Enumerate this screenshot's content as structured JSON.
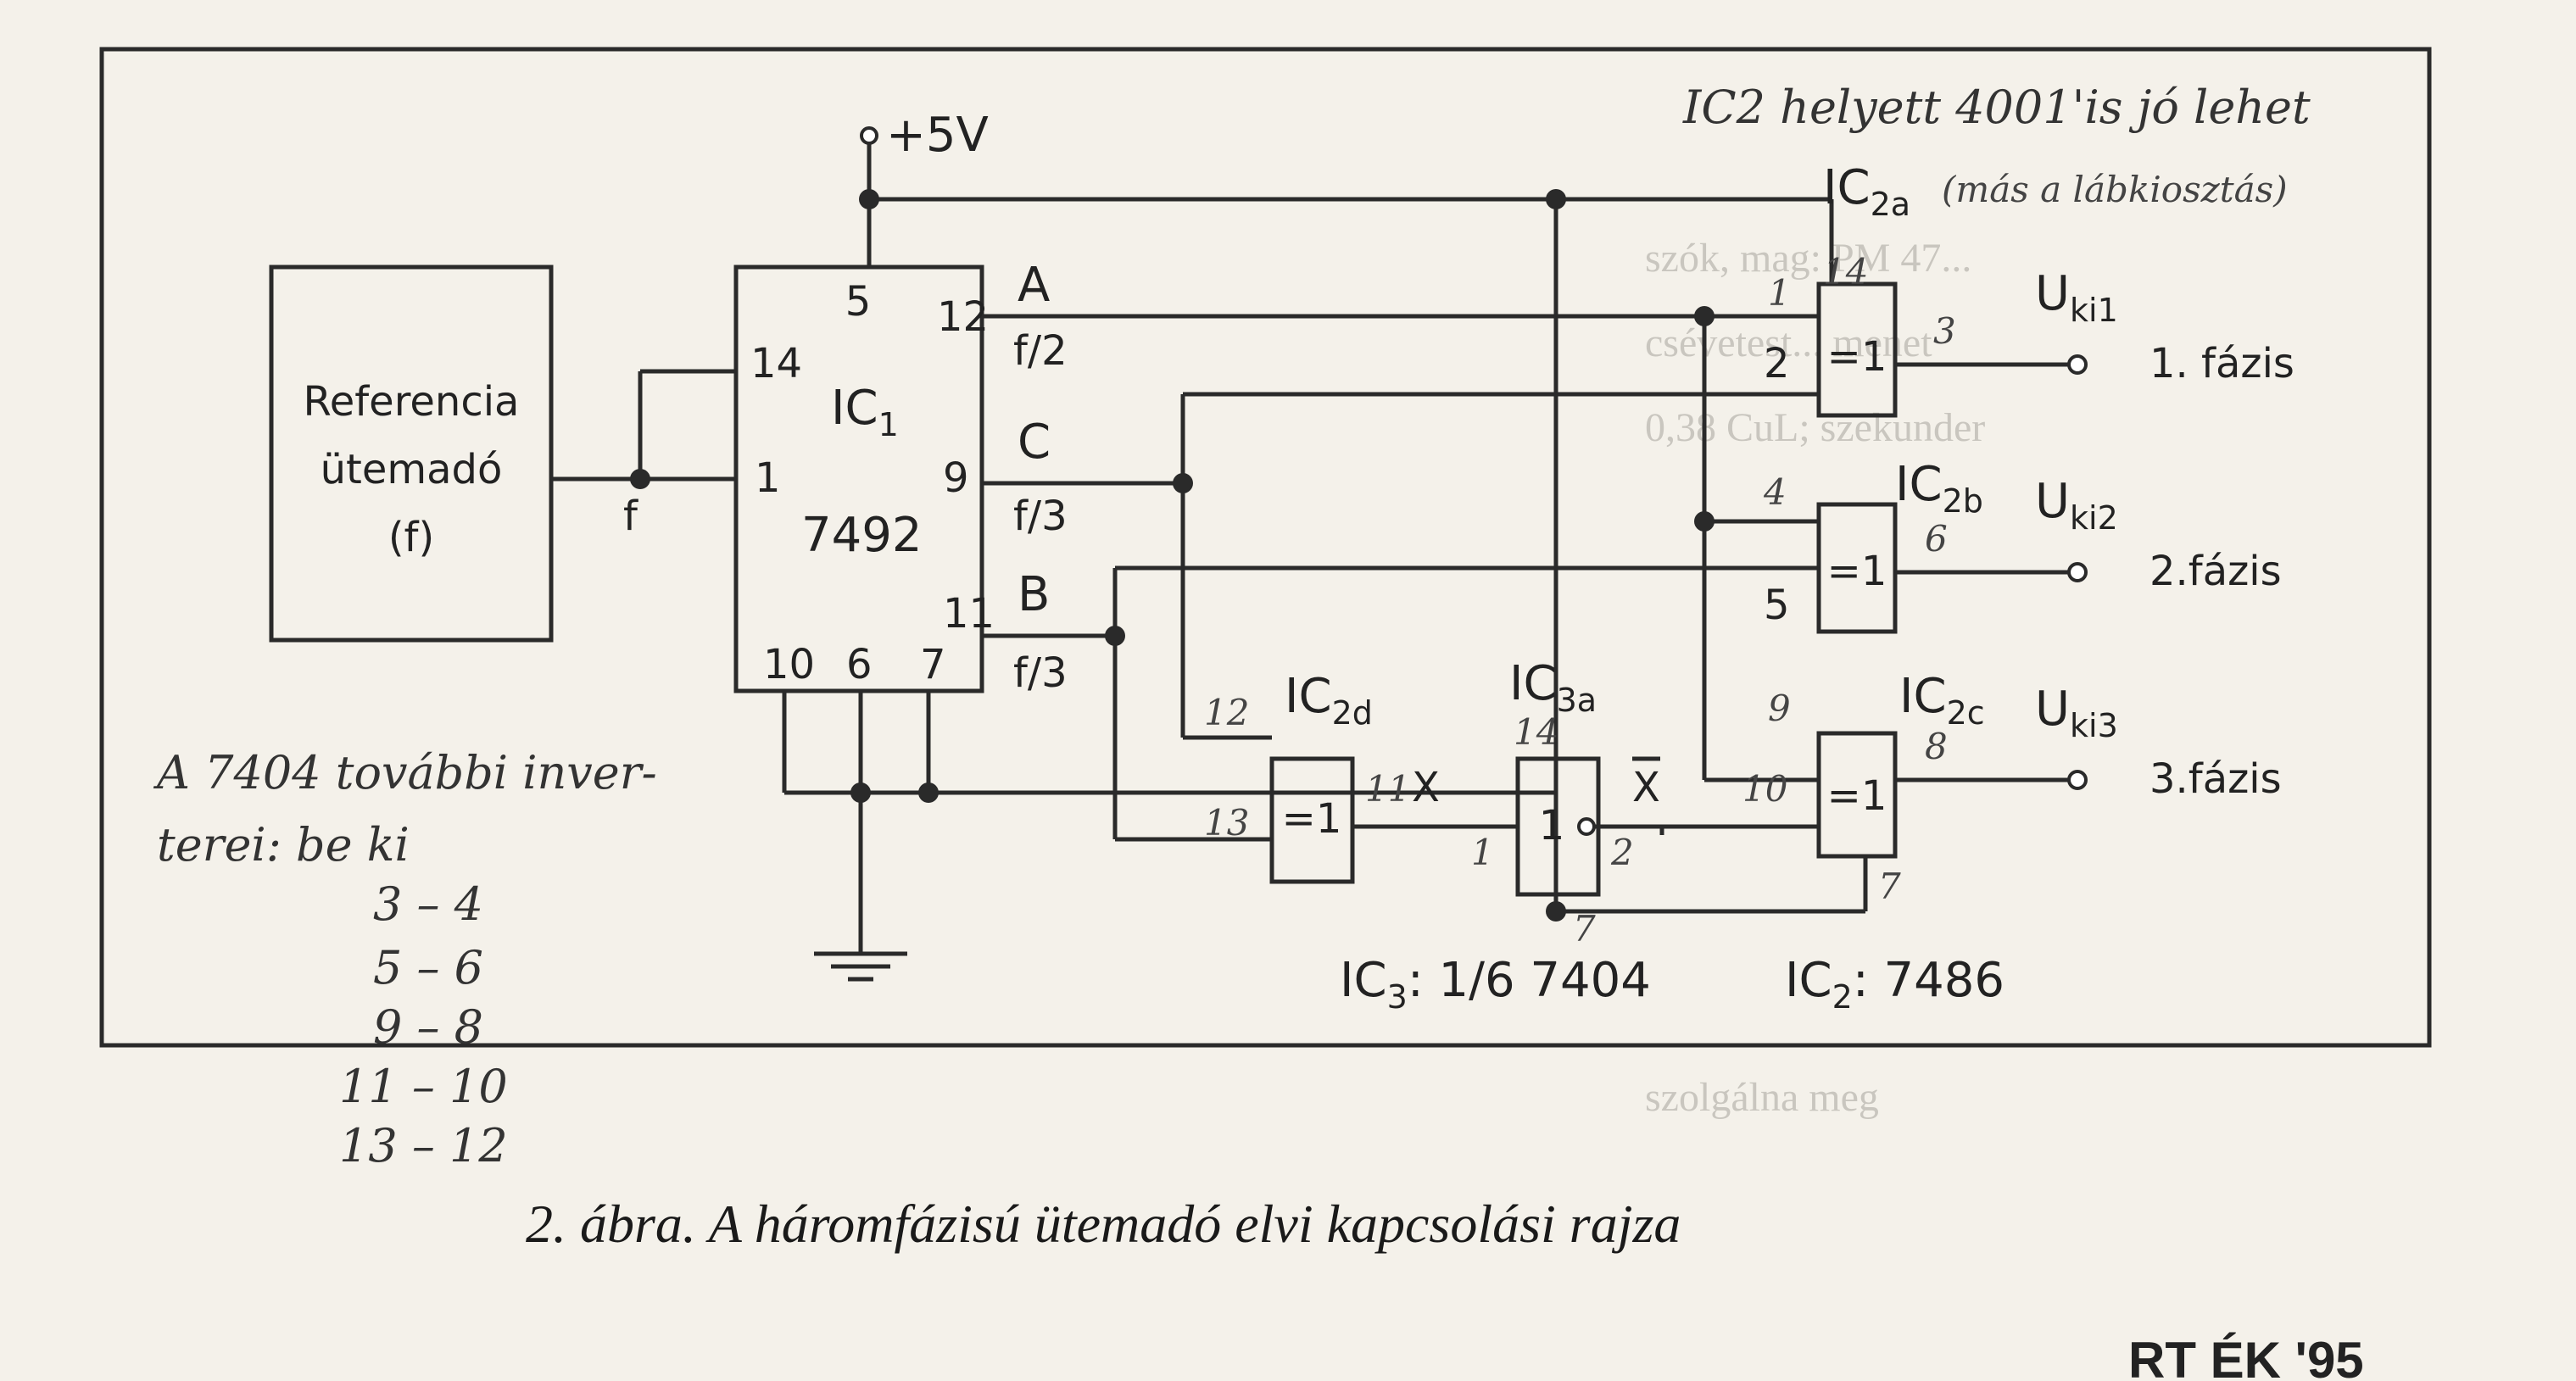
{
  "supply_label": "+5V",
  "note_top": {
    "line1": "IC2 helyett 4001'is jó lehet",
    "line2": "(más a lábkiosztás)"
  },
  "ref_block": {
    "line1": "Referencia",
    "line2": "ütemadó",
    "line3": "(f)"
  },
  "net_f": "f",
  "ic1": {
    "name": "IC",
    "sub": "1",
    "type": "7492",
    "pin_5": "5",
    "pin_14": "14",
    "pin_1": "1",
    "pin_12": "12",
    "pin_9": "9",
    "pin_11": "11",
    "pin_10": "10",
    "pin_6": "6",
    "pin_7": "7",
    "out_a": "A",
    "out_a_freq": "f/2",
    "out_c": "C",
    "out_c_freq": "f/3",
    "out_b": "B",
    "out_b_freq": "f/3"
  },
  "ic2a": {
    "name": "IC",
    "sub": "2a",
    "pin_14": "14",
    "in1": "1",
    "in2": "2",
    "out": "3",
    "symbol": "=1"
  },
  "ic2b": {
    "name": "IC",
    "sub": "2b",
    "in1": "4",
    "in2": "5",
    "out": "6",
    "symbol": "=1"
  },
  "ic2c": {
    "name": "IC",
    "sub": "2c",
    "in1": "9",
    "in2": "10",
    "out": "8",
    "pin_7": "7",
    "symbol": "=1"
  },
  "ic2d": {
    "name": "IC",
    "sub": "2d",
    "in1": "12",
    "in2": "13",
    "out": "11",
    "symbol": "=1"
  },
  "ic3a": {
    "name": "IC",
    "sub": "3a",
    "pin_14": "14",
    "in": "1",
    "out": "2",
    "pin_7": "7",
    "symbol": "1"
  },
  "net_x": "X",
  "net_xbar": "X",
  "outputs": [
    {
      "name": "U",
      "sub": "ki1",
      "phase": "1. fázis"
    },
    {
      "name": "U",
      "sub": "ki2",
      "phase": "2.fázis"
    },
    {
      "name": "U",
      "sub": "ki3",
      "phase": "3.fázis"
    }
  ],
  "ic3_part": {
    "name": "IC",
    "sub": "3",
    "text": ": 1/6 7404"
  },
  "ic2_part": {
    "name": "IC",
    "sub": "2",
    "text": ": 7486"
  },
  "note_bottom": {
    "line1": "A 7404 további inver-",
    "line2": "terei:  be    ki",
    "pairs": [
      "3 – 4",
      "5 – 6",
      "9 – 8",
      "11 – 10",
      "13 – 12"
    ]
  },
  "caption": "2. ábra. A háromfázisú ütemadó elvi kapcsolási rajza",
  "footer": "RT ÉK '95"
}
